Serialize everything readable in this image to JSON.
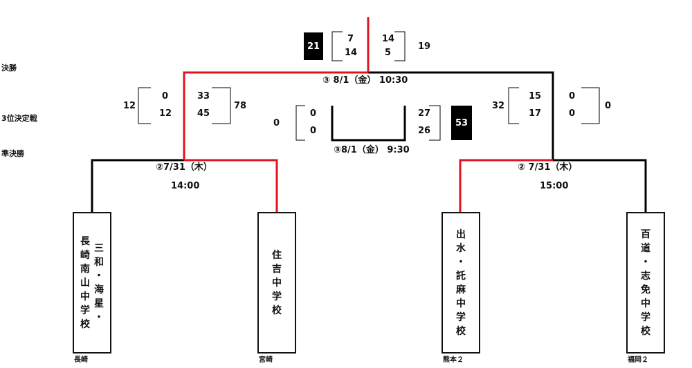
{
  "rounds": {
    "final": "決勝",
    "third_place": "3位決定戦",
    "semifinal": "準決勝"
  },
  "final": {
    "info": "③  8/1（金）  10:30",
    "left_total": "21",
    "left_q": [
      "7",
      "14"
    ],
    "right_q": [
      "14",
      "5"
    ],
    "right_total": "19"
  },
  "third": {
    "info": "③8/1（金）  9:30",
    "left_total": "0",
    "left_q": [
      "0",
      "0"
    ],
    "right_q": [
      "27",
      "26"
    ],
    "right_total": "53"
  },
  "semi_left": {
    "info": "②7/31（木）",
    "time": "14:00",
    "left_total": "12",
    "left_q": [
      "0",
      "12"
    ],
    "right_q": [
      "33",
      "45"
    ],
    "right_total": "78"
  },
  "semi_right": {
    "info": "②  7/31（木）",
    "time": "15:00",
    "left_total": "32",
    "left_q": [
      "15",
      "17"
    ],
    "right_q": [
      "0",
      "0"
    ],
    "right_total": "0"
  },
  "teams": [
    {
      "columns": [
        [
          "三",
          "和",
          "・",
          "海",
          "星",
          "・"
        ],
        [
          "長",
          "崎",
          "南",
          "山",
          "中",
          "学",
          "校"
        ]
      ],
      "pref": "長崎"
    },
    {
      "columns": [
        [
          "住",
          "吉",
          "中",
          "学",
          "校"
        ]
      ],
      "pref": "宮崎"
    },
    {
      "columns": [
        [
          "出",
          "水",
          "・",
          "託",
          "麻",
          "中",
          "学",
          "校"
        ]
      ],
      "pref": "熊本２"
    },
    {
      "columns": [
        [
          "百",
          "道",
          "・",
          "志",
          "免",
          "中",
          "学",
          "校"
        ]
      ],
      "pref": "福岡２"
    }
  ],
  "colors": {
    "winner_line": "#e0141e",
    "line": "#000000"
  }
}
